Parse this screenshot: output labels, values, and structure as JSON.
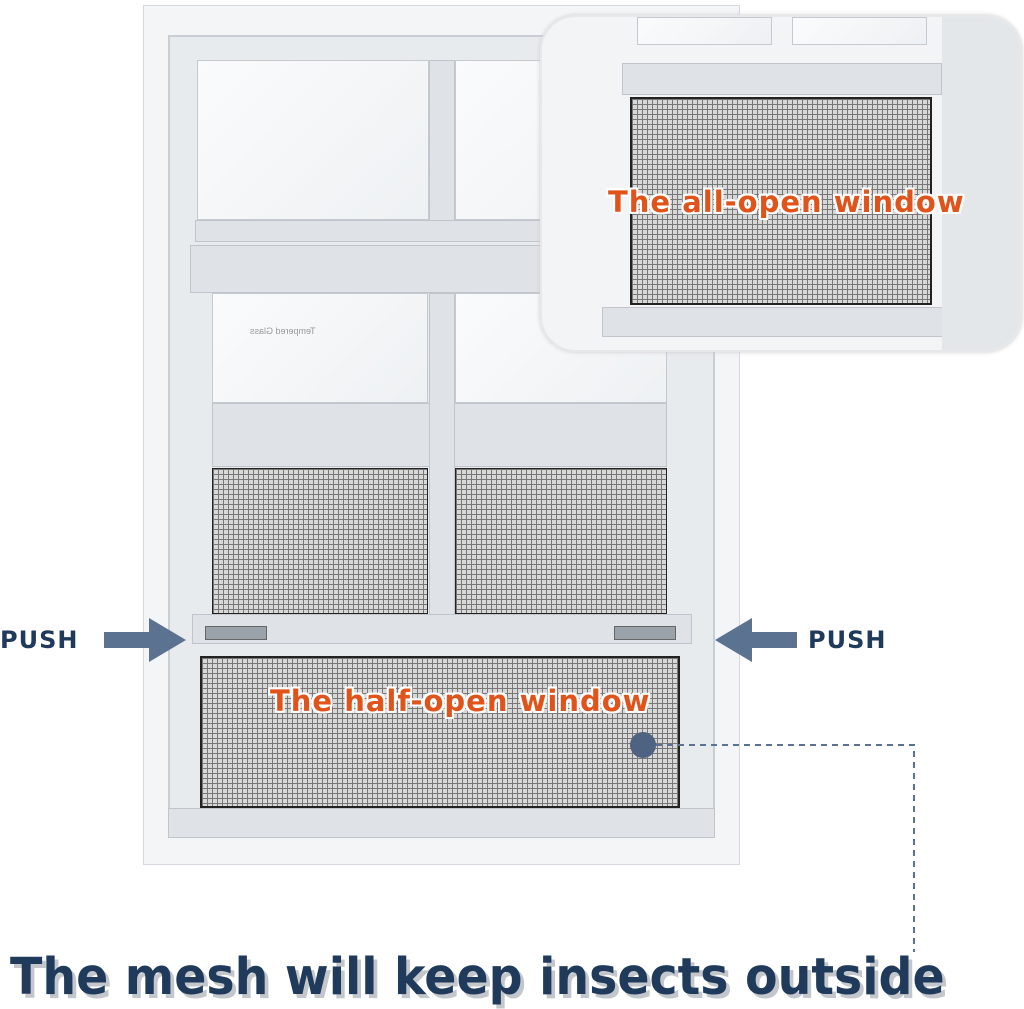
{
  "labels": {
    "all_open": "The all-open window",
    "half_open": "The half-open window",
    "push_left": "PUSH",
    "push_right": "PUSH",
    "glass_mark": "Tempered Glass",
    "headline": "The mesh will keep insects outside"
  },
  "colors": {
    "label_orange": "#e0541c",
    "navy": "#1f3a5a",
    "arrow": "#5b7391"
  },
  "icons": [
    "arrow-right-icon",
    "arrow-left-icon",
    "callout-dot-icon"
  ]
}
